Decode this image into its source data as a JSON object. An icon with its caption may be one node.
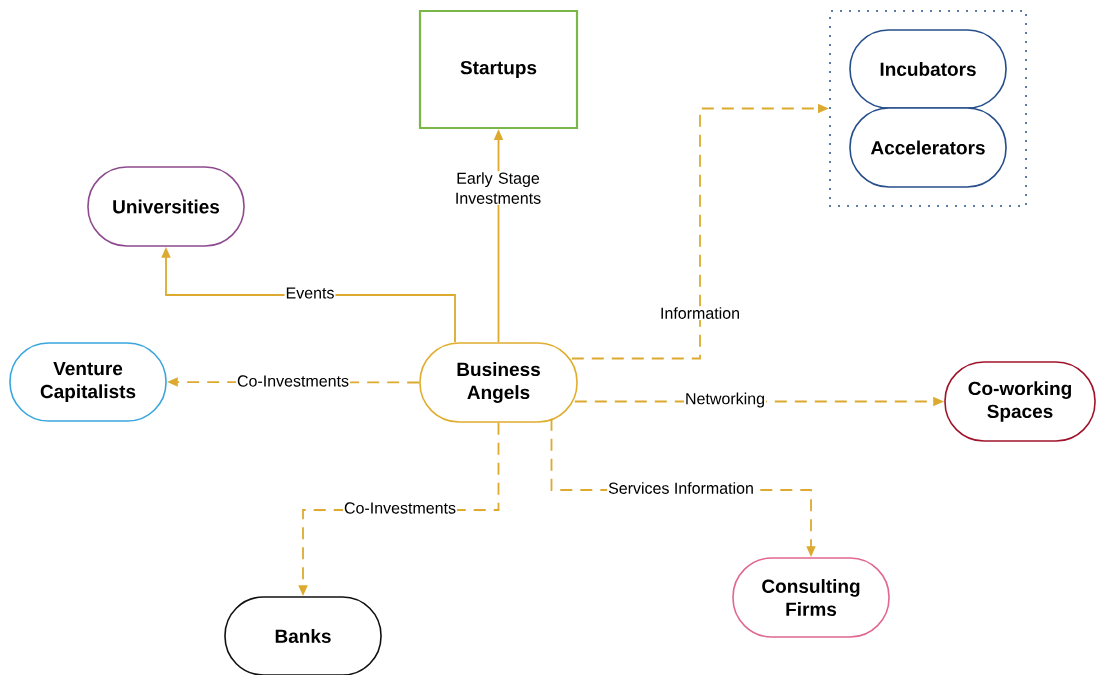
{
  "diagram": {
    "nodes": [
      {
        "text": [
          "Startups"
        ]
      },
      {
        "text": [],
        "shape": "box"
      },
      {
        "text": [
          "Incubators"
        ],
        "in": 1
      },
      {
        "text": [
          "Accelerators"
        ],
        "in": 1
      },
      {
        "text": [
          "Universities"
        ]
      },
      {
        "text": [
          "Venture Capitalists"
        ]
      },
      {
        "text": [
          "Business Angels"
        ]
      },
      {
        "text": [
          "Co-working Spaces"
        ]
      },
      {
        "text": [
          "Banks"
        ]
      },
      {
        "text": [
          "Consulting Firms"
        ]
      }
    ],
    "edges": [
      {
        "from": 6,
        "to": 0,
        "arrow": "to",
        "label": "Early Stage Investments"
      },
      {
        "from": 6,
        "to": 4,
        "arrow": "to",
        "label": "Events"
      },
      {
        "from": 6,
        "to": 5,
        "arrow": "to",
        "label": "Co-Investments",
        "style": "dashed"
      },
      {
        "from": 6,
        "to": 1,
        "arrow": "to",
        "label": "Information",
        "style": "dashed"
      },
      {
        "from": 6,
        "to": 7,
        "arrow": "to",
        "label": "Networking",
        "style": "dashed"
      },
      {
        "from": 6,
        "to": 8,
        "arrow": "to",
        "label": "Co-Investments",
        "style": "dashed"
      },
      {
        "from": 6,
        "to": 9,
        "arrow": "to",
        "label": "Services Information",
        "style": "dashed"
      }
    ]
  }
}
